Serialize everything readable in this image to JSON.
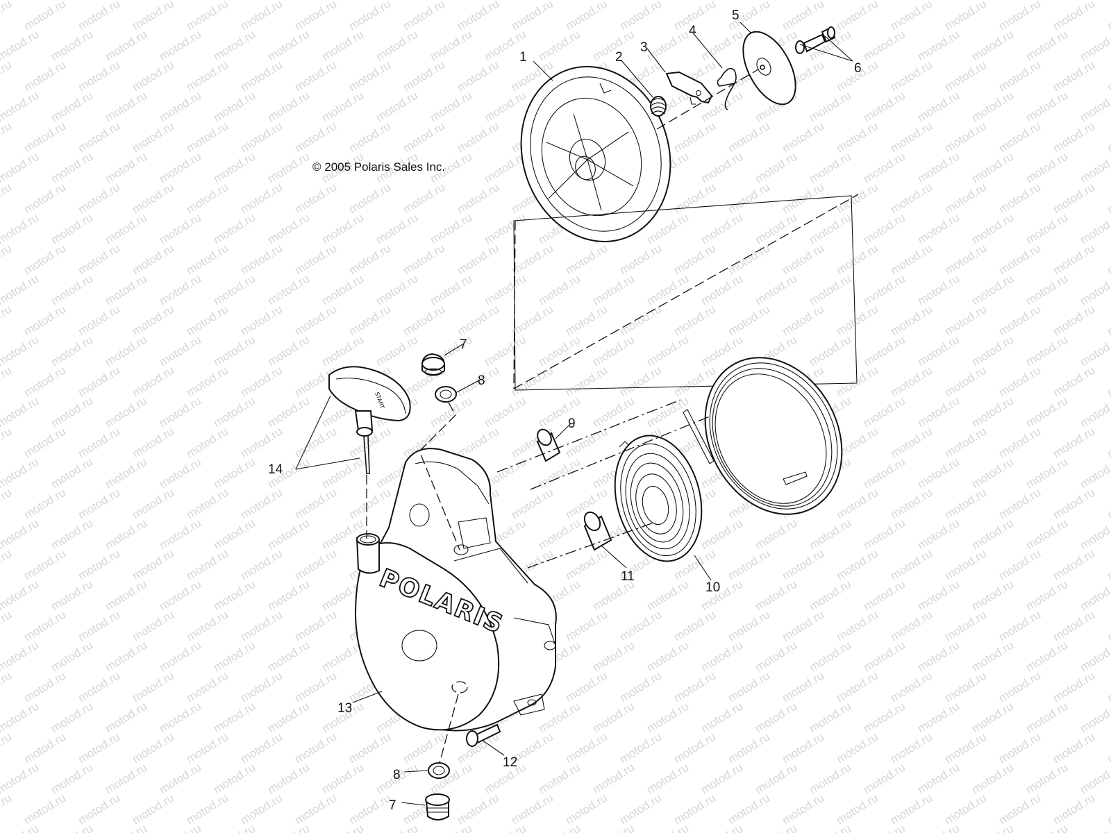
{
  "watermark": {
    "text": "motod.ru",
    "color": "#d6d6d6"
  },
  "copyright": "© 2005 Polaris Sales Inc.",
  "logo_text": "POLARIS",
  "handle_text": "START",
  "callouts": [
    {
      "key": "c1",
      "label": "1",
      "part": "pulley"
    },
    {
      "key": "c2",
      "label": "2",
      "part": "spring"
    },
    {
      "key": "c3",
      "label": "3",
      "part": "pawl"
    },
    {
      "key": "c4",
      "label": "4",
      "part": "pawl-spring"
    },
    {
      "key": "c5",
      "label": "5",
      "part": "plate"
    },
    {
      "key": "c6",
      "label": "6",
      "part": "bolt-washer"
    },
    {
      "key": "c7a",
      "label": "7",
      "part": "plug"
    },
    {
      "key": "c8a",
      "label": "8",
      "part": "washer"
    },
    {
      "key": "c9",
      "label": "9",
      "part": "bushing"
    },
    {
      "key": "c10",
      "label": "10",
      "part": "recoil-spring"
    },
    {
      "key": "c11",
      "label": "11",
      "part": "bushing"
    },
    {
      "key": "c12",
      "label": "12",
      "part": "bolt"
    },
    {
      "key": "c13",
      "label": "13",
      "part": "housing"
    },
    {
      "key": "c14",
      "label": "14",
      "part": "handle-rope"
    },
    {
      "key": "c8b",
      "label": "8",
      "part": "washer"
    },
    {
      "key": "c7b",
      "label": "7",
      "part": "plug"
    }
  ]
}
